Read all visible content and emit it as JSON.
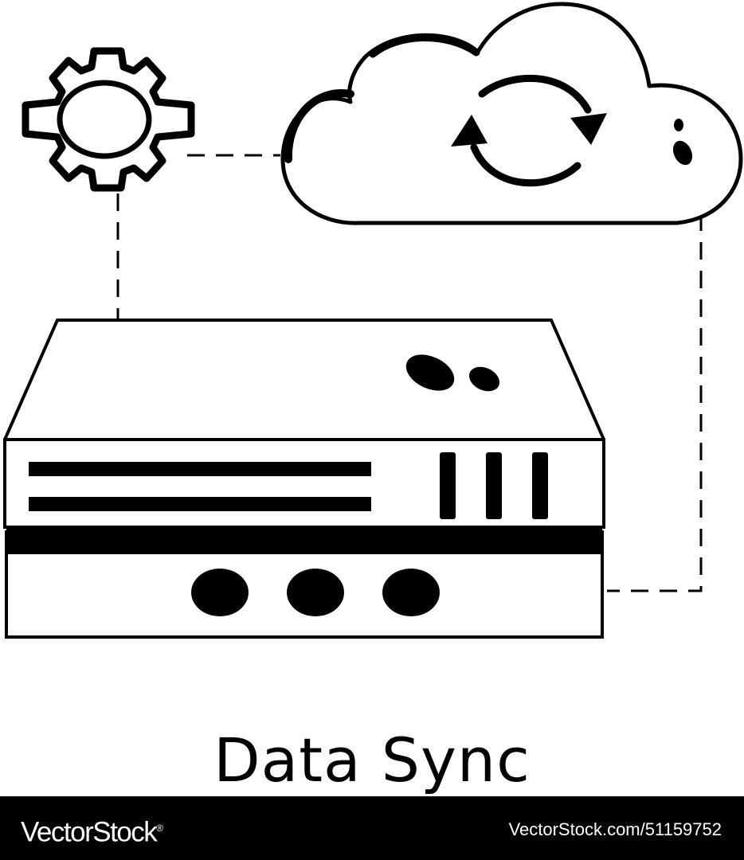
{
  "caption": "Data Sync",
  "footer": {
    "brand": "VectorStock",
    "registered_mark": "®",
    "image_url_text": "VectorStock.com/51159752"
  },
  "icons": [
    "gear-icon",
    "cloud-icon",
    "sync-arrows-icon",
    "server-icon"
  ],
  "colors": {
    "line": "#000000",
    "background": "#ffffff",
    "footer_background": "#000000",
    "footer_text": "#ffffff"
  }
}
